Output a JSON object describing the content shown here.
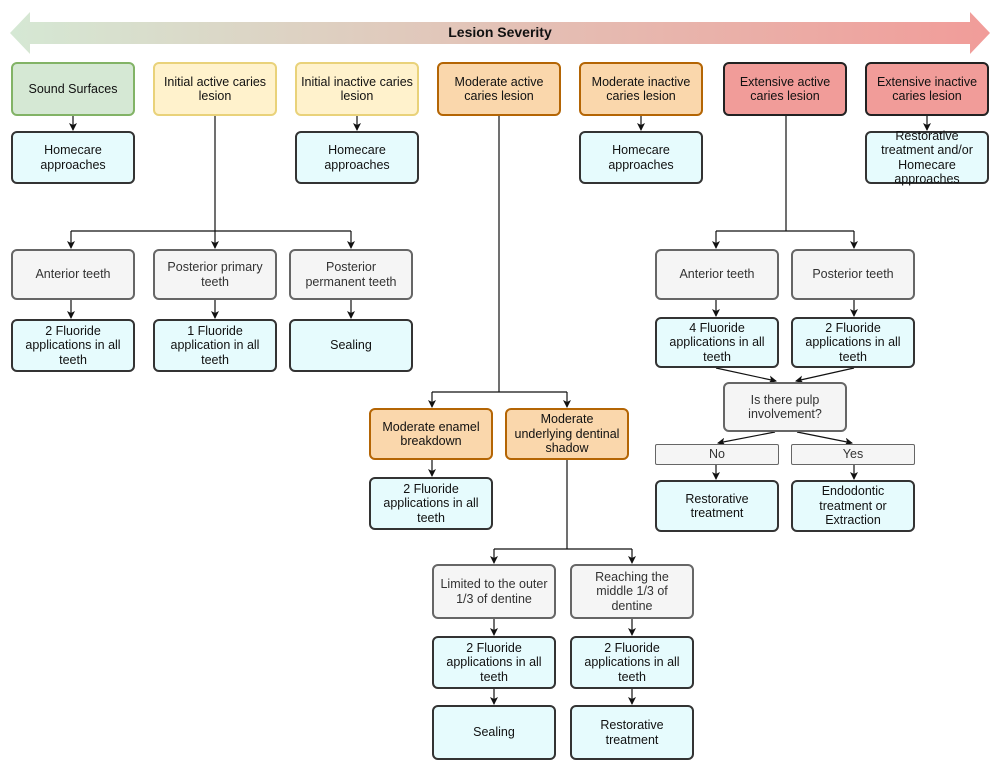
{
  "header": {
    "title": "Lesion Severity"
  },
  "nodes": {
    "sound": "Sound Surfaces",
    "initial_active": "Initial active caries lesion",
    "initial_inactive": "Initial inactive caries lesion",
    "moderate_active": "Moderate active caries lesion",
    "moderate_inactive": "Moderate inactive caries lesion",
    "extensive_active": "Extensive active caries lesion",
    "extensive_inactive": "Extensive inactive caries lesion",
    "homecare_sound": "Homecare approaches",
    "homecare_initial_inactive": "Homecare approaches",
    "homecare_moderate_inactive": "Homecare approaches",
    "restorative_or_homecare": "Restorative treatment and/or Homecare approaches",
    "anterior_teeth_initial": "Anterior teeth",
    "posterior_primary": "Posterior primary teeth",
    "posterior_permanent": "Posterior permanent teeth",
    "fluoride2_anterior": "2 Fluoride applications in all teeth",
    "fluoride1_primary": "1 Fluoride application in all teeth",
    "sealing_permanent": "Sealing",
    "anterior_teeth_ext": "Anterior teeth",
    "posterior_teeth_ext": "Posterior teeth",
    "fluoride4_ext": "4 Fluoride applications in all teeth",
    "fluoride2_ext": "2 Fluoride applications in all teeth",
    "pulp_question": "Is there pulp involvement?",
    "no_label": "No",
    "yes_label": "Yes",
    "restorative_no": "Restorative treatment",
    "endodontic_yes": "Endodontic treatment or Extraction",
    "enamel_breakdown": "Moderate enamel breakdown",
    "dentinal_shadow": "Moderate underlying dentinal shadow",
    "fluoride2_enamel": "2 Fluoride applications in all teeth",
    "outer_third": "Limited to the outer 1/3 of dentine",
    "middle_third": "Reaching the middle 1/3 of dentine",
    "fluoride2_outer": "2 Fluoride applications in all teeth",
    "fluoride2_middle": "2 Fluoride applications in all teeth",
    "sealing_outer": "Sealing",
    "restorative_middle": "Restorative treatment"
  }
}
